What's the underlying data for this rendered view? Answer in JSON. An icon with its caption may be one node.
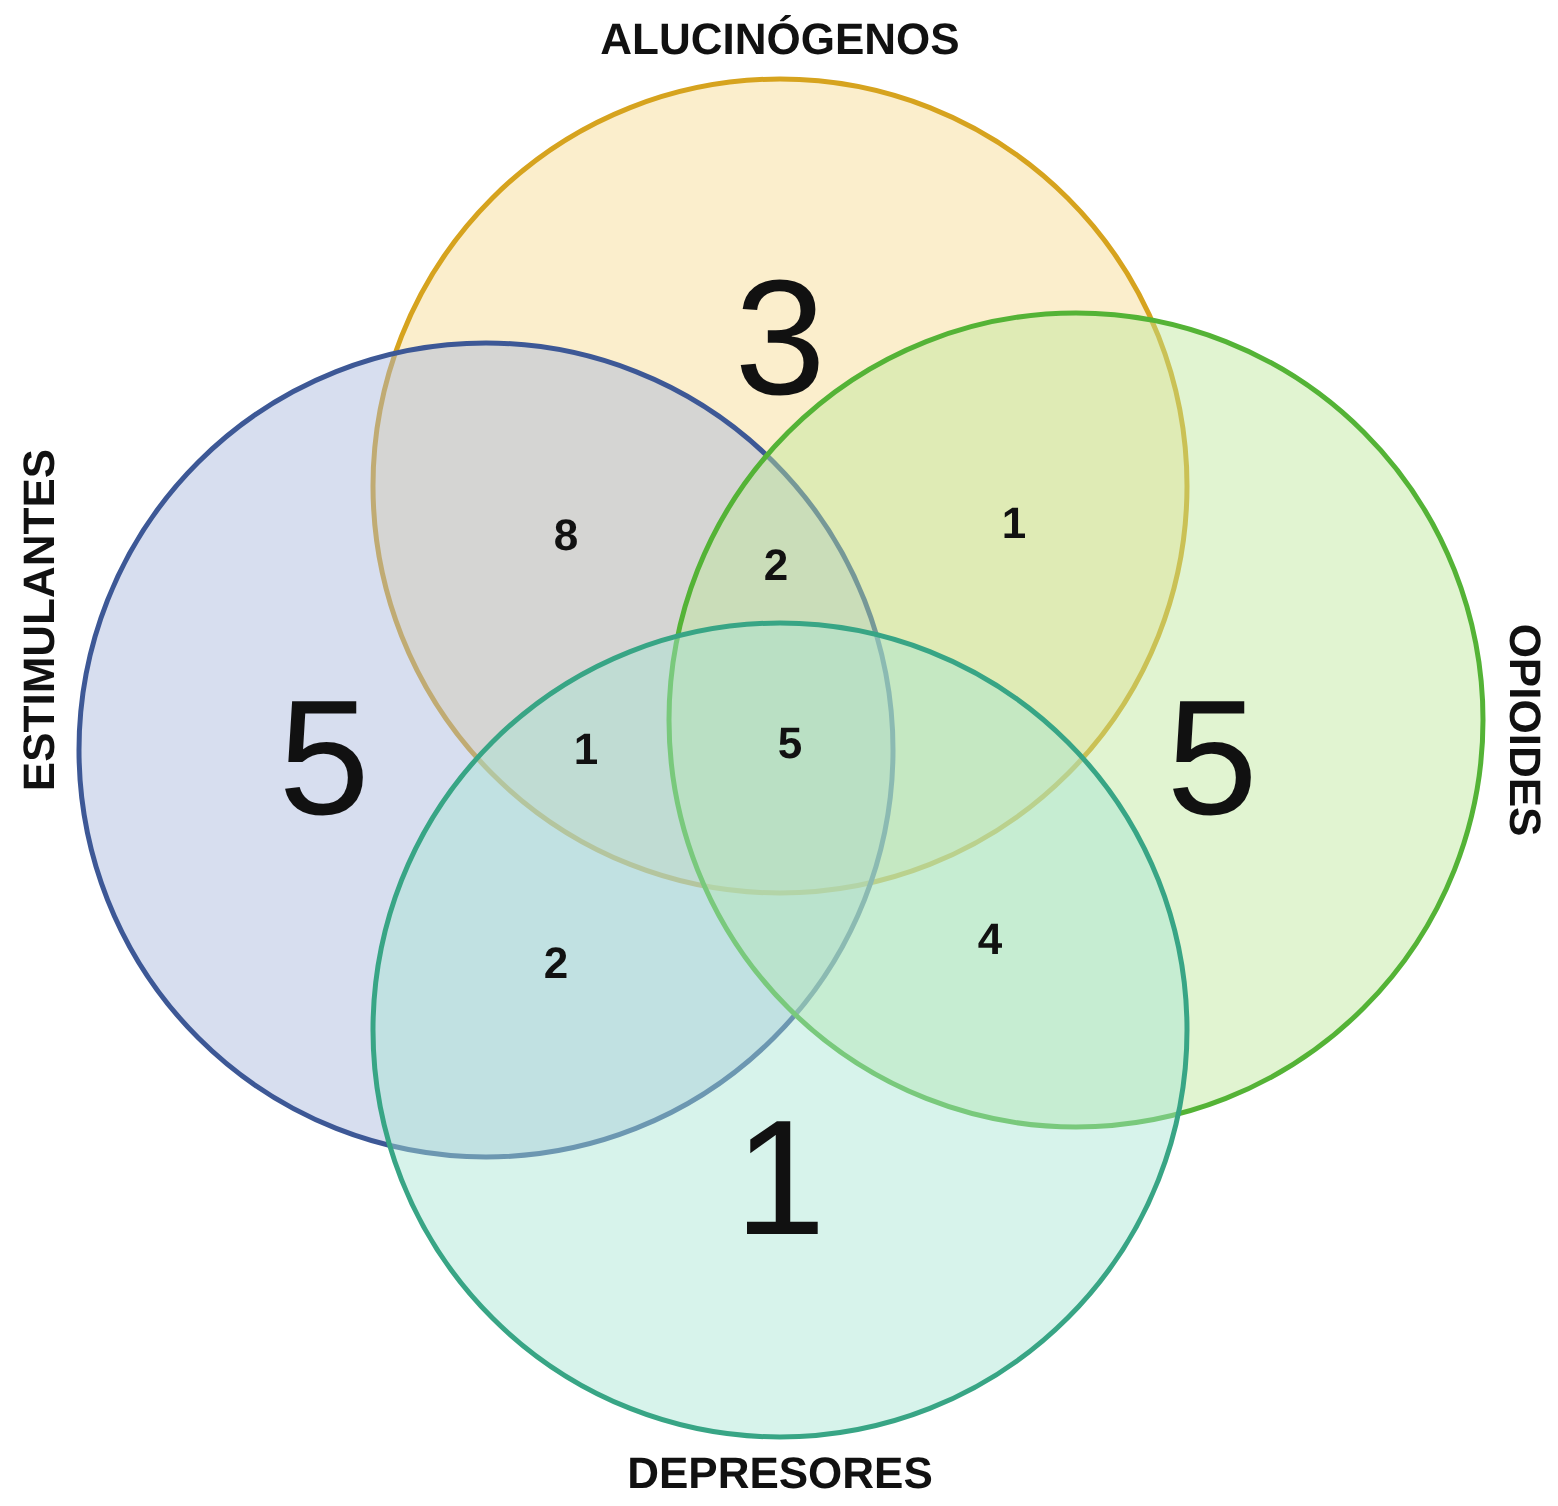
{
  "diagram": {
    "nodes": [
      {
        "text": [
          "ALUCINÓGENOS",
          "3"
        ]
      },
      {
        "text": [
          "ESTIMULANTES",
          "5"
        ]
      },
      {
        "text": [
          "OPIOIDES",
          "5"
        ]
      },
      {
        "text": [
          "1",
          "DEPRESORES"
        ]
      }
    ],
    "labels": [
      "8",
      "2",
      "1",
      "1",
      "5",
      "2",
      "4"
    ]
  }
}
